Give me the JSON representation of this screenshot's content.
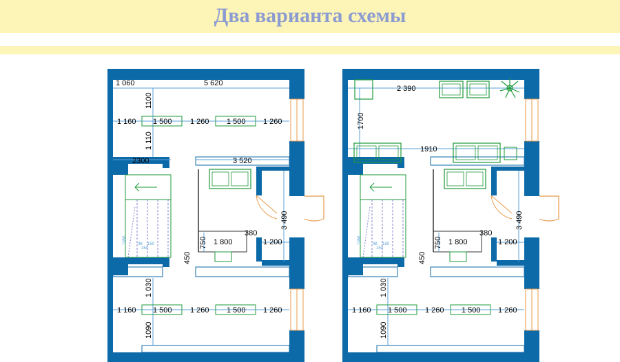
{
  "header": {
    "title": "Два варианта схемы"
  },
  "colors": {
    "wall": "#0d6aa8",
    "furniture": "#1e9a3a",
    "dim_line": "#5aa0d8",
    "window": "#e89a4a",
    "banner": "#fdf4b8",
    "title": "#8d9cd0"
  },
  "plan_left": {
    "labels": {
      "w_top_left": "1 060",
      "w_top_total": "5 620",
      "h_top1": "1100",
      "h_top2": "1 110",
      "r1_a": "1 160",
      "r1_b": "1 500",
      "r1_c": "1 260",
      "r1_d": "1 500",
      "r1_e": "1 260",
      "w_mid_left": "2300",
      "w_mid_right": "3 520",
      "h_right": "3 490",
      "h_sofa": "750",
      "w_bed": "1 800",
      "w_380": "380",
      "w_1200": "1 200",
      "h_450": "450",
      "h_bot1": "1 030",
      "h_bot2": "1090",
      "r2_a": "1 160",
      "r2_b": "1 500",
      "r2_c": "1 260",
      "r2_d": "1 500",
      "r2_e": "1 260"
    }
  },
  "plan_right": {
    "labels": {
      "w_top": "2 390",
      "h_left": "1700",
      "w_sofas": "1910",
      "h_right": "3 490",
      "h_sofa": "750",
      "w_bed": "1 800",
      "w_380": "380",
      "w_1200": "1 200",
      "h_450": "450",
      "h_bot1": "1 030",
      "h_bot2": "1090",
      "r2_a": "1 160",
      "r2_b": "1 500",
      "r2_c": "1 260",
      "r2_d": "1 500",
      "r2_e": "1 260"
    }
  }
}
